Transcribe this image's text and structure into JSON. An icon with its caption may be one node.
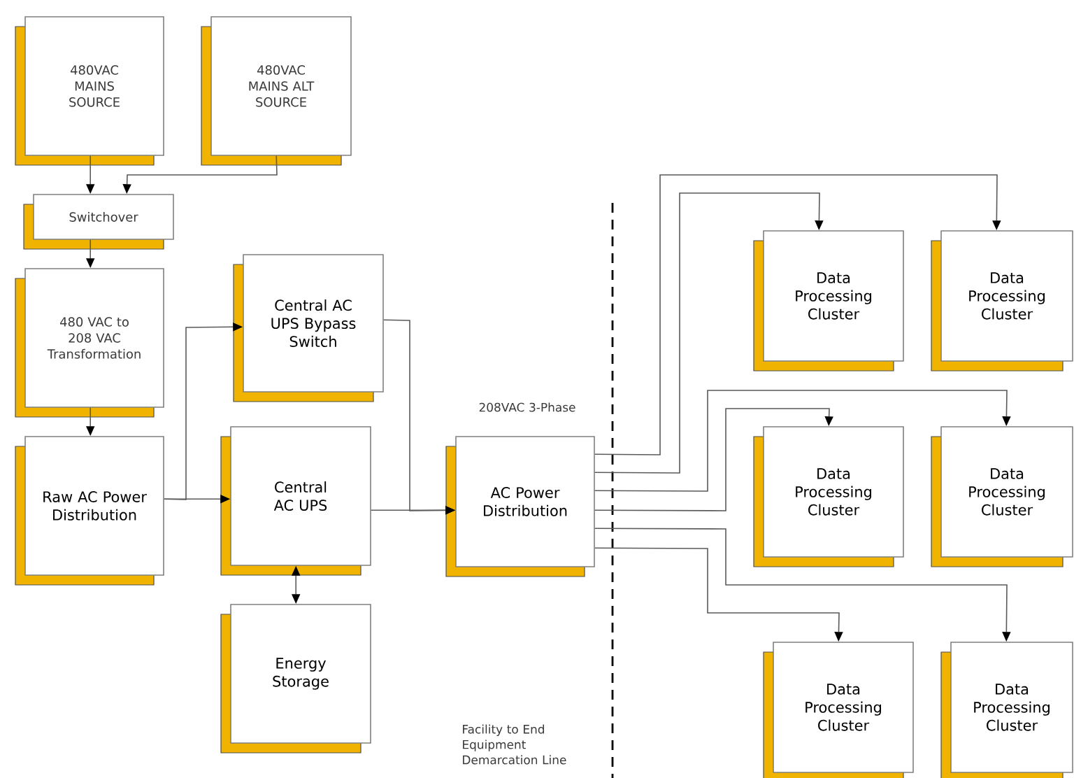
{
  "diagram": {
    "nodes": [
      {
        "text": [
          "480VAC MAINS SOURCE"
        ]
      },
      {
        "text": [
          "480VAC MAINS ALT SOURCE"
        ]
      },
      {
        "text": [
          "Switchover"
        ]
      },
      {
        "text": [
          "480 VAC to 208 VAC Transformation"
        ]
      },
      {
        "text": [
          "Raw AC Power Distribution"
        ]
      },
      {
        "text": [
          "Central AC UPS Bypass Switch"
        ]
      },
      {
        "text": [
          "Central AC UPS"
        ]
      },
      {
        "text": [
          "Energy Storage"
        ]
      },
      {
        "text": [
          "AC Power Distribution"
        ]
      },
      {
        "text": [
          "Data Processing Cluster"
        ]
      },
      {
        "text": [
          "Data Processing Cluster"
        ]
      },
      {
        "text": [
          "Data Processing Cluster"
        ]
      },
      {
        "text": [
          "Data Processing Cluster"
        ]
      },
      {
        "text": [
          "Data Processing Cluster"
        ]
      },
      {
        "text": [
          "Data Processing Cluster"
        ]
      }
    ],
    "edges": [
      {
        "from": 0,
        "to": 2,
        "arrow": "to"
      },
      {
        "from": 1,
        "to": 2,
        "arrow": "to"
      },
      {
        "from": 2,
        "to": 3,
        "arrow": "to"
      },
      {
        "from": 3,
        "to": 4,
        "arrow": "to"
      },
      {
        "from": 4,
        "to": 5,
        "arrow": "to"
      },
      {
        "from": 4,
        "to": 6,
        "arrow": "to"
      },
      {
        "from": 5,
        "to": 8,
        "arrow": "to"
      },
      {
        "from": 6,
        "to": 8,
        "arrow": "to"
      },
      {
        "from": 6,
        "to": 7,
        "arrow": "both"
      },
      {
        "from": 8,
        "to": 10,
        "arrow": "to"
      },
      {
        "from": 8,
        "to": 9,
        "arrow": "to"
      },
      {
        "from": 8,
        "to": 12,
        "arrow": "to"
      },
      {
        "from": 8,
        "to": 11,
        "arrow": "to"
      },
      {
        "from": 8,
        "to": 14,
        "arrow": "to"
      },
      {
        "from": 8,
        "to": 13,
        "arrow": "to"
      }
    ],
    "labels": [
      "208VAC 3-Phase",
      "Facility to End Equipment Demarcation Line"
    ]
  }
}
